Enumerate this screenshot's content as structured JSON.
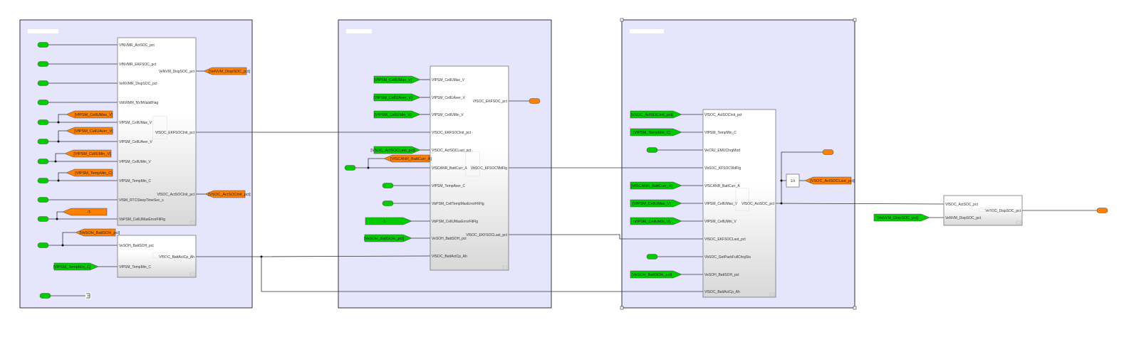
{
  "colors": {
    "canvas_bg": "#ffffff",
    "subsystem_bg": "#e5e5fb",
    "subsystem_border": "#333344",
    "goto_tag": "#ff8000",
    "from_tag": "#00cc00",
    "inport": "#00cc00",
    "outport": "#ff8000",
    "wire": "#333333"
  },
  "subsystems": [
    {
      "title": ""
    },
    {
      "title": ""
    },
    {
      "title": ""
    }
  ],
  "blockA": {
    "inputs": [
      "VfNVMR_ActSOC_pct",
      "VfNVMR_EKFSOC_pct",
      "VeNVMR_DispSOC_pct",
      "VbNVMR_NVMValidFlag",
      "VfPSM_CellUMax_V",
      "VfPSM_CellUAver_V",
      "VfPSM_CellUMin_V",
      "VfPSM_TempMin_C",
      "VfSM_RTCSleepTimeSec_s",
      "VbPSM_CellUMaxErrorFltFlg"
    ],
    "outputs": [
      "VeNVM_DispSOC_pct",
      "VfSOC_EKFSOCInit_pct",
      "VfSOC_ActSOCInit_pct"
    ]
  },
  "blockB": {
    "inputs": [
      "VeSOH_BattSOH_pct",
      "VfPSM_TempMin_C"
    ],
    "outputs": [
      "VfSOC_BattActCp_Ah"
    ]
  },
  "blockC": {
    "inputs": [
      "VfPSM_CellUMax_V",
      "VfPSM_CellUAver_V",
      "VfPSM_CellUMin_V",
      "VfSOC_EKFSOCInit_pct",
      "VfSOC_ActSOCLast_pct",
      "VfSCANR_BattCurr_A",
      "VfPSM_TempAver_C",
      "VbPSM_CellTempMaxErrorFltFlg",
      "VbPSM_CellUMaxErrorFltFlg",
      "VeSOH_BattSOH_pct",
      "VfSOC_BattActCp_Ah"
    ],
    "outputs": [
      "VfSOC_EKFSOC_pct",
      "VbSOC_KFSOCVldFlg",
      "VfSOC_EKFSOCLast_pct"
    ]
  },
  "blockD": {
    "inputs": [
      "VfSOC_ActSOCInit_pct",
      "VfPSM_TempMin_C",
      "VeCRJ_EMUChrgMod",
      "VbSOC_KFSOCVldFlg",
      "VfSCANR_BattCurr_A",
      "VfPSM_CellUMax_V",
      "VfPSM_CellUMin_V",
      "VfSOC_EKFSOCLast_pct",
      "VbSOC_GetPackFullChrgSts",
      "VeSOH_BattSOH_pct",
      "VfSOC_BattActCp_Ah"
    ],
    "outputs": [
      "VfSOC_ActSOC_pct"
    ]
  },
  "blockE": {
    "inputs": [
      "VfSOC_ActSOC_pct",
      "VeNVM_DispSOC_pct"
    ],
    "outputs": [
      "VeSOC_DispSOC_pct"
    ]
  },
  "goto_tags": [
    "[VeNVM_DispSOC_pct]",
    "[VfPSM_CellUMax_V]",
    "[VfPSM_CellUAver_V]",
    "[VfPSM_CellUMin_V]",
    "[VfPSM_TempMin_C]",
    "[VSOC_ActSOCInit_pct]",
    "-T-",
    "[VeSOH_BattSOH_pct]",
    "[VfSCANR_BattCurr_A]",
    "[VSOC_ActSOCLast_pct]"
  ],
  "from_tags": [
    "[VfPSM_TempMin_C]",
    "[VfPSM_CellUMax_V]",
    "[VfPSM_CellUAver_V]",
    "[VfPSM_CellUMin_V]",
    "[VSOC_ActSOCLast_pct]",
    "-T-",
    "[VeSOH_BattSOH_pct]",
    "[VSOC_ActSOCInit_pct]",
    "[VfPSM_TempMin_C]",
    "[VfSCANR_BattCurr_A]",
    "[VfPSM_CellUMax_V]",
    "[VfPSM_CellUMin_V]",
    "[VeSOH_BattSOH_pct]",
    "[VeNVM_DispSOC_pct]"
  ],
  "unit_delay": {
    "label": "1/z"
  }
}
